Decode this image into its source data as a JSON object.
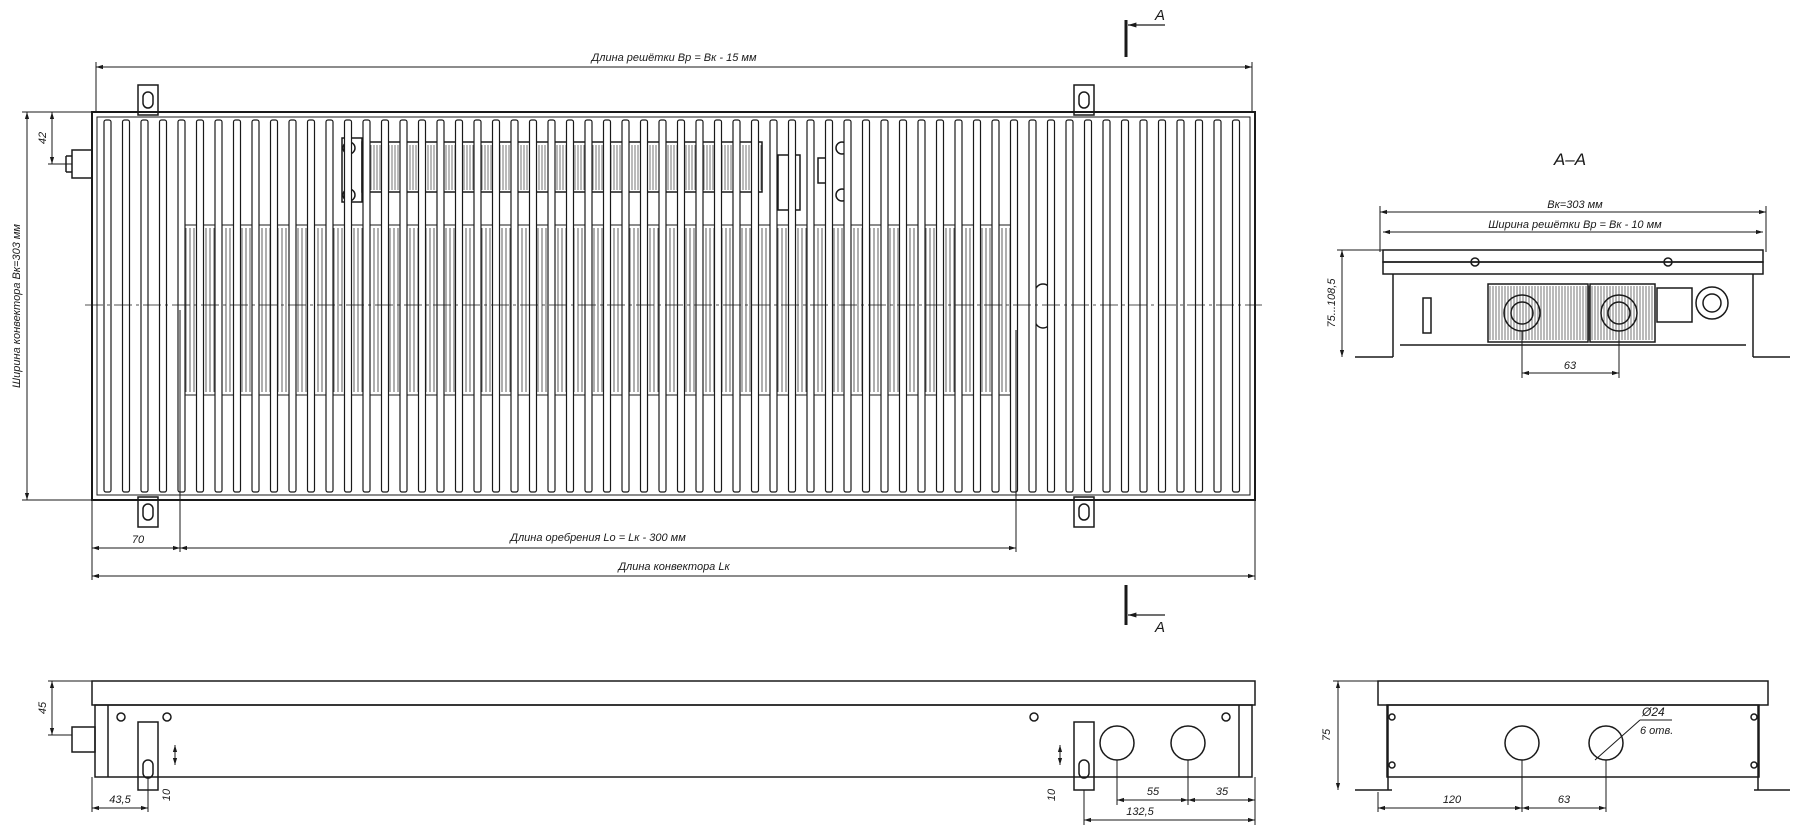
{
  "section_marks": {
    "top": "А",
    "bottom": "А",
    "title": "А–А"
  },
  "top_view": {
    "grille_length": "Длина решётки Вр = Вк - 15 мм",
    "convector_width": "Ширина конвектора Вк=303 мм",
    "dim_42": "42",
    "dim_70": "70",
    "fin_length": "Длина оребрения Lо = Lк - 300 мм",
    "convector_length": "Длина конвектора Lк"
  },
  "section_view": {
    "bk": "Вк=303 мм",
    "grille_width": "Ширина решётки Вр = Вк - 10 мм",
    "height": "75...108,5",
    "dim_63": "63"
  },
  "front_view": {
    "dim_45": "45",
    "dim_43_5": "43,5",
    "dim_10_left": "10",
    "dim_10_right": "10",
    "dim_55": "55",
    "dim_35": "35",
    "dim_132_5": "132,5"
  },
  "side_view": {
    "dim_75": "75",
    "hole_dia": "Ø24",
    "hole_count": "6 отв.",
    "dim_120": "120",
    "dim_63": "63"
  }
}
